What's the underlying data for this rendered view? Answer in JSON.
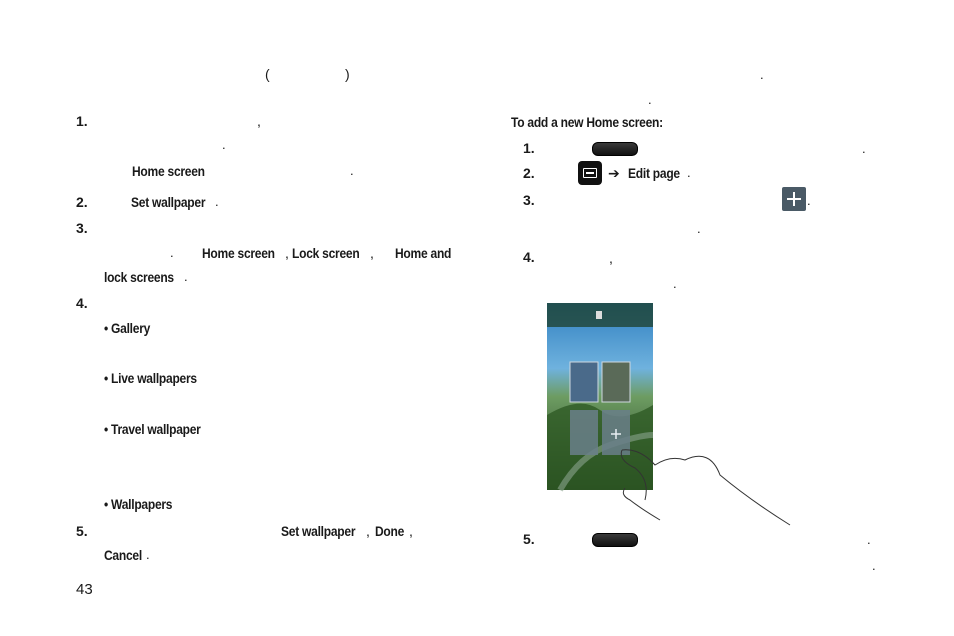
{
  "page": {
    "number": "43"
  },
  "left": {
    "top_paren_open": "(",
    "top_paren_close": ")",
    "step1": {
      "num": "1.",
      "comma": ",",
      "dot1": ".",
      "home_screen": "Home screen",
      "dot2": "."
    },
    "step2": {
      "num": "2.",
      "set_wallpaper": "Set wallpaper",
      "period": "."
    },
    "step3": {
      "num": "3.",
      "dot": ".",
      "home_screen": "Home screen",
      "sep1": ",",
      "lock_screen": "Lock screen",
      "sep2": ",",
      "home_and": "Home and",
      "lock_screens": "lock screens",
      "period": "."
    },
    "step4": {
      "num": "4.",
      "gallery": "• Gallery",
      "live_wallpapers": "• Live wallpapers",
      "travel_wallpaper": "• Travel wallpaper",
      "wallpapers": "• Wallpapers"
    },
    "step5": {
      "num": "5.",
      "set_wallpaper": "Set wallpaper",
      "sep1": ",",
      "done": "Done",
      "sep2": ",",
      "cancel": "Cancel",
      "period": "."
    }
  },
  "right": {
    "dot_a": ".",
    "dot_b": ".",
    "heading": "To add a new Home screen:",
    "step1": {
      "num": "1.",
      "dot": "."
    },
    "step2": {
      "num": "2.",
      "arrow": "➔",
      "edit_page": "Edit page",
      "period": "."
    },
    "step3": {
      "num": "3.",
      "period": ".",
      "dot2": "."
    },
    "step4": {
      "num": "4.",
      "comma": ",",
      "dot": "."
    },
    "step5": {
      "num": "5.",
      "dot1": ".",
      "dot2": "."
    }
  },
  "icons": {
    "home_key": "home-key-icon",
    "menu": "menu-icon",
    "add": "plus-icon",
    "screenshot": "device-home-screens-illustration",
    "hand": "hand-tap-illustration"
  },
  "colors": {
    "text": "#1a1a1a",
    "icon_dark": "#111111",
    "plus_bg": "#4a5a66"
  }
}
